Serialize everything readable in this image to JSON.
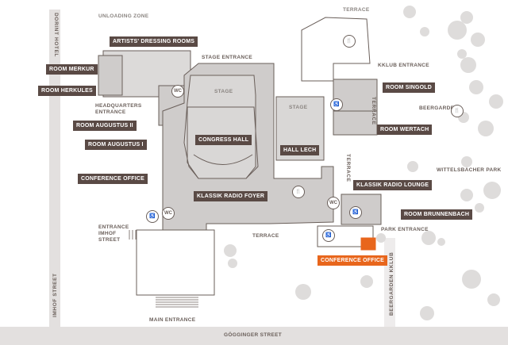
{
  "streets": {
    "unloading_zone": "UNLOADING ZONE",
    "dorint_hotel": "DORINT HOTEL",
    "imhof_street": "IMHOF STREET",
    "goegginger_street": "GÖGGINGER STREET",
    "terrace_top": "TERRACE",
    "terrace_right": "TERRACE",
    "terrace_mid": "TERRACE",
    "terrace_bottom": "TERRACE",
    "beergarden": "BEERGARDEN",
    "wittelsbacher_park": "WITTELSBACHER PARK",
    "beergarden_kklub": "BEERGARDEN KKLUB"
  },
  "rooms": {
    "artists_dressing_rooms": "ARTISTS' DRESSING ROOMS",
    "room_merkur": "ROOM MERKUR",
    "room_herkules": "ROOM HERKULES",
    "room_augustus_2": "ROOM AUGUSTUS II",
    "room_augustus_1": "ROOM AUGUSTUS I",
    "conference_office_left": "CONFERENCE OFFICE",
    "congress_hall": "CONGRESS HALL",
    "hall_lech": "HALL LECH",
    "klassik_radio_foyer": "KLASSIK RADIO FOYER",
    "klassik_radio_lounge": "KLASSIK RADIO LOUNGE",
    "room_singold": "ROOM SINGOLD",
    "room_wertach": "ROOM WERTACH",
    "room_brunnenbach": "ROOM BRUNNENBACH",
    "conference_office_right": "CONFERENCE OFFICE"
  },
  "plan_text": {
    "stage_entrance": "STAGE ENTRANCE",
    "kklub_entrance": "KKLUB ENTRANCE",
    "headquarters_entrance_1": "HEADQUARTERS",
    "headquarters_entrance_2": "ENTRANCE",
    "stage_1": "STAGE",
    "stage_2": "STAGE",
    "entrance_imhof_1": "ENTRANCE",
    "entrance_imhof_2": "IMHOF",
    "entrance_imhof_3": "STREET",
    "main_entrance": "MAIN ENTRANCE",
    "park_entrance": "PARK ENTRANCE"
  },
  "icons": {
    "wc": "WC",
    "accessible": "♿",
    "restaurant": "🍴"
  },
  "colors": {
    "label_bg": "#5a4a45",
    "highlight": "#e8661c",
    "building_fill": "#cfcccb",
    "street": "#e3e0df",
    "tree": "#dedcdb"
  }
}
